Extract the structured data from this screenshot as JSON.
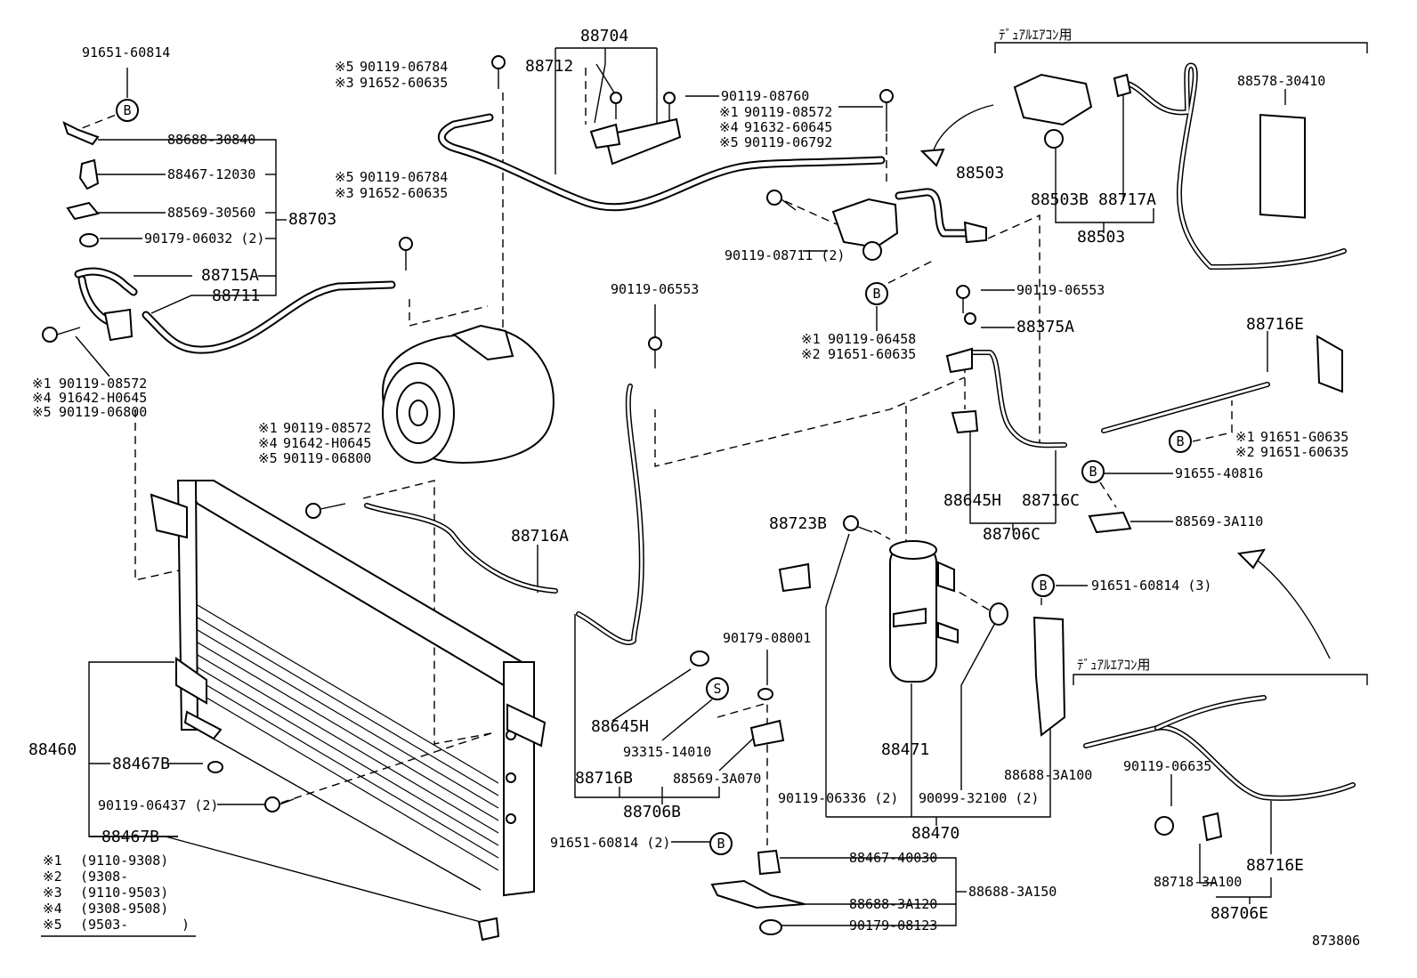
{
  "diagram_id": "873806",
  "dual_ac_label": "ﾃﾞｭｱﾙｴｱｺﾝ用",
  "circle_b": "B",
  "circle_s": "S",
  "legend": [
    {
      "mark": "※1",
      "range": "(9110-9308)"
    },
    {
      "mark": "※2",
      "range": "(9308-"
    },
    {
      "mark": "※3",
      "range": "(9110-9503)"
    },
    {
      "mark": "※4",
      "range": "(9308-9508)"
    },
    {
      "mark": "※5",
      "range": "(9503-"
    }
  ],
  "labels": {
    "p91651_60814": "91651-60814",
    "p88688_30840": "88688-30840",
    "p88467_12030": "88467-12030",
    "p88569_30560": "88569-30560",
    "p90179_06032": "90179-06032 (2)",
    "p88715A": "88715A",
    "p88711": "88711",
    "p88703": "88703",
    "g1_m1": "※1",
    "g1_a": "90119-08572",
    "g1_m4": "※4",
    "g1_b": "91642-H0645",
    "g1_m5": "※5",
    "g1_c": "90119-06800",
    "p88704": "88704",
    "p88712": "88712",
    "g2_m5": "※5",
    "g2_a": "90119-06784",
    "g2_m3": "※3",
    "g2_b": "91652-60635",
    "g3_m5": "※5",
    "g3_a": "90119-06784",
    "g3_m3": "※3",
    "g3_b": "91652-60635",
    "p90119_08760": "90119-08760",
    "g4_m1": "※1",
    "g4_a": "90119-08572",
    "g4_m4": "※4",
    "g4_b": "91632-60645",
    "g4_m5": "※5",
    "g4_c": "90119-06792",
    "p88503": "88503",
    "p90119_08711": "90119-08711 (2)",
    "g5_m1": "※1",
    "g5_a": "90119-06458",
    "g5_m2": "※2",
    "g5_b": "91651-60635",
    "p88503B": "88503B",
    "p88717A": "88717A",
    "p88503_b": "88503",
    "p88578_30410": "88578-30410",
    "p90119_06553_a": "90119-06553",
    "p90119_06553_b": "90119-06553",
    "p88375A": "88375A",
    "p88716E_top": "88716E",
    "g6_m1": "※1",
    "g6_a": "91651-G0635",
    "g6_m2": "※2",
    "g6_b": "91651-60635",
    "p91655_40816": "91655-40816",
    "p88569_3A110": "88569-3A110",
    "p88645H_r": "88645H",
    "p88716C": "88716C",
    "p88706C": "88706C",
    "g7_m1": "※1",
    "g7_a": "90119-08572",
    "g7_m4": "※4",
    "g7_b": "91642-H0645",
    "g7_m5": "※5",
    "g7_c": "90119-06800",
    "p88716A": "88716A",
    "p88723B": "88723B",
    "p91651_60814_3": "91651-60814 (3)",
    "p90179_08001": "90179-08001",
    "p88645H": "88645H",
    "p93315_14010": "93315-14010",
    "p88569_3A070": "88569-3A070",
    "p88716B": "88716B",
    "p88706B": "88706B",
    "p88471": "88471",
    "p90119_06336": "90119-06336 (2)",
    "p90099_32100": "90099-32100 (2)",
    "p88688_3A100": "88688-3A100",
    "p88470": "88470",
    "p88460": "88460",
    "p88467B_a": "88467B",
    "p90119_06437": "90119-06437 (2)",
    "p88467B_b": "88467B",
    "p91651_60814_2": "91651-60814 (2)",
    "p88467_40030": "88467-40030",
    "p88688_3A120": "88688-3A120",
    "p88688_3A150": "88688-3A150",
    "p90179_08123": "90179-08123",
    "p90119_06635": "90119-06635",
    "p88716E_bot": "88716E",
    "p88718_3A100": "88718-3A100",
    "p88706E": "88706E"
  }
}
